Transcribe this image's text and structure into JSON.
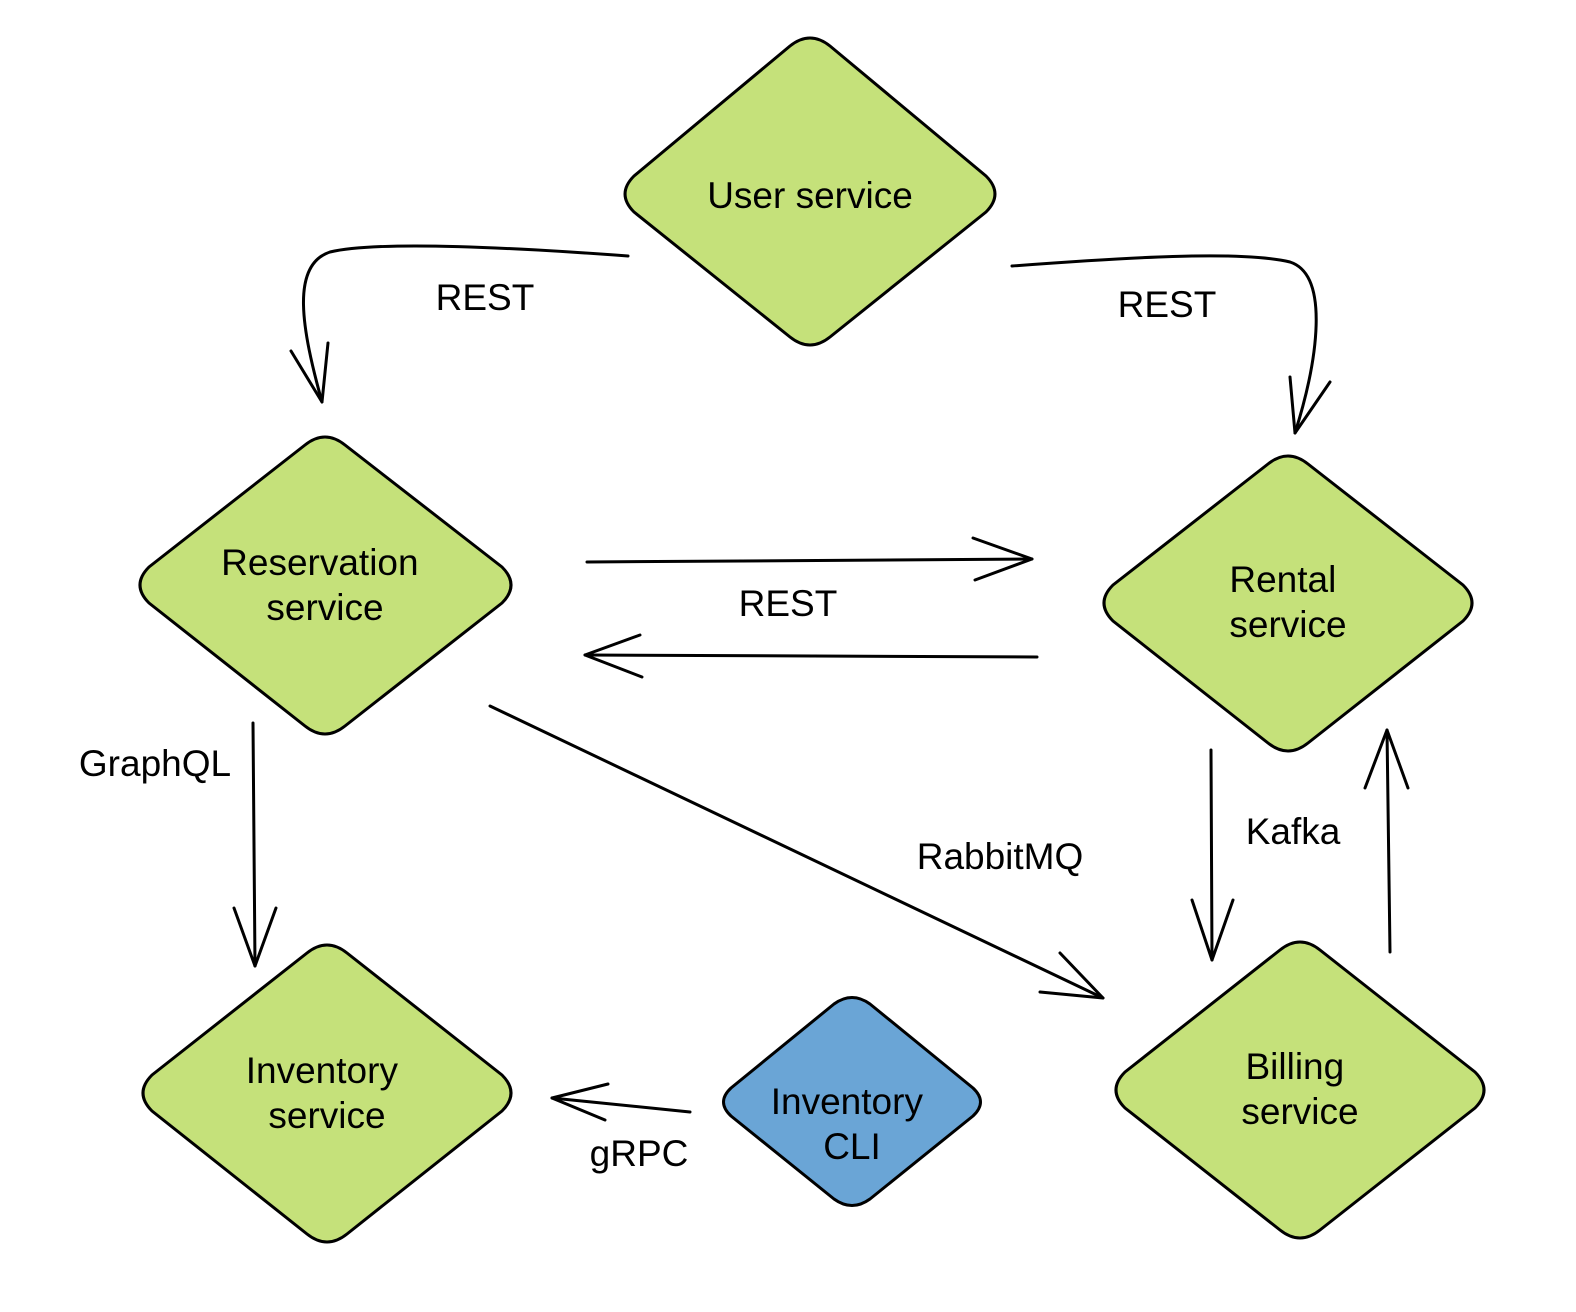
{
  "colors": {
    "service_fill": "#c5e17a",
    "cli_fill": "#6aa5d6",
    "stroke": "#000000"
  },
  "nodes": {
    "user_service": {
      "lines": [
        "User service"
      ]
    },
    "reservation_service": {
      "lines": [
        "Reservation",
        "service"
      ]
    },
    "rental_service": {
      "lines": [
        "Rental",
        "service"
      ]
    },
    "inventory_service": {
      "lines": [
        "Inventory",
        "service"
      ]
    },
    "inventory_cli": {
      "lines": [
        "Inventory",
        "CLI"
      ]
    },
    "billing_service": {
      "lines": [
        "Billing",
        "service"
      ]
    }
  },
  "edges": {
    "user_to_reservation": "REST",
    "user_to_rental": "REST",
    "reservation_rental": "REST",
    "reservation_to_inventory": "GraphQL",
    "reservation_to_billing": "RabbitMQ",
    "rental_billing": "Kafka",
    "cli_to_inventory": "gRPC"
  }
}
